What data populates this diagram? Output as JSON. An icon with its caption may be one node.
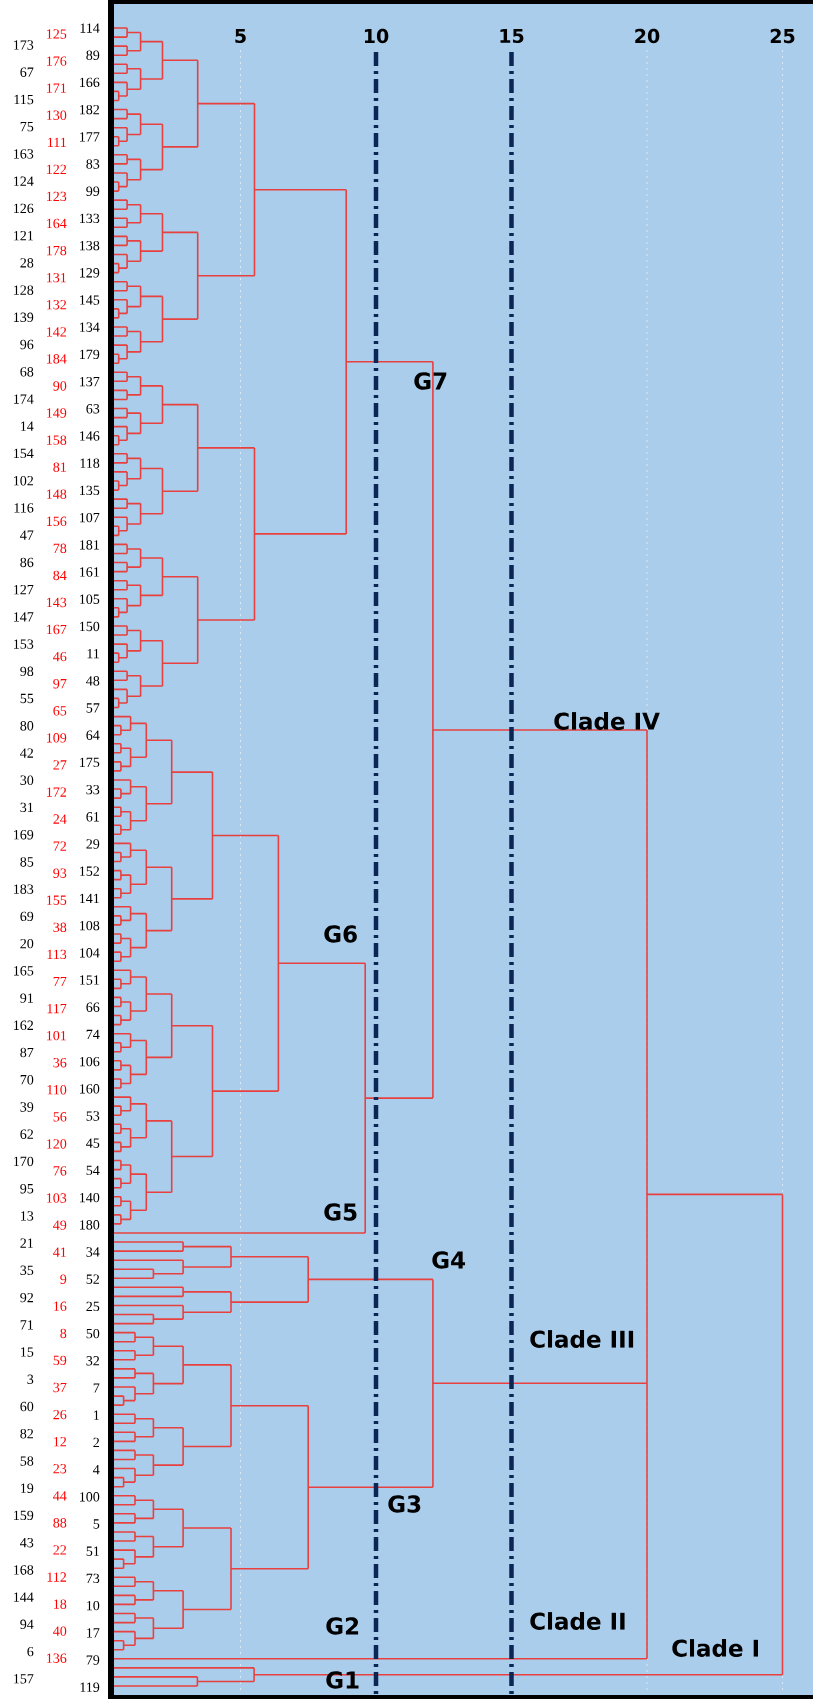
{
  "diagram": {
    "labels": [
      "5",
      "10",
      "15",
      "20",
      "25",
      "173",
      "67",
      "115",
      "75",
      "163",
      "124",
      "126",
      "121",
      "28",
      "128",
      "139",
      "96",
      "68",
      "174",
      "14",
      "154",
      "102",
      "116",
      "47",
      "86",
      "127",
      "147",
      "153",
      "98",
      "55",
      "80",
      "42",
      "30",
      "31",
      "169",
      "85",
      "183",
      "69",
      "20",
      "165",
      "91",
      "162",
      "87",
      "70",
      "39",
      "62",
      "170",
      "95",
      "13",
      "21",
      "35",
      "92",
      "71",
      "15",
      "3",
      "60",
      "82",
      "58",
      "19",
      "159",
      "43",
      "168",
      "144",
      "94",
      "6",
      "157",
      "125",
      "176",
      "171",
      "130",
      "111",
      "122",
      "123",
      "164",
      "178",
      "131",
      "132",
      "142",
      "184",
      "90",
      "149",
      "158",
      "81",
      "148",
      "156",
      "78",
      "84",
      "143",
      "167",
      "46",
      "97",
      "65",
      "109",
      "27",
      "172",
      "24",
      "72",
      "93",
      "155",
      "38",
      "113",
      "77",
      "117",
      "101",
      "36",
      "110",
      "56",
      "120",
      "76",
      "103",
      "49",
      "41",
      "9",
      "16",
      "8",
      "59",
      "37",
      "26",
      "12",
      "23",
      "44",
      "88",
      "22",
      "112",
      "18",
      "40",
      "136",
      "114",
      "89",
      "166",
      "182",
      "177",
      "83",
      "99",
      "133",
      "138",
      "129",
      "145",
      "134",
      "179",
      "137",
      "63",
      "146",
      "118",
      "135",
      "107",
      "181",
      "161",
      "105",
      "150",
      "11",
      "48",
      "57",
      "64",
      "175",
      "33",
      "61",
      "29",
      "152",
      "141",
      "108",
      "104",
      "151",
      "66",
      "74",
      "106",
      "160",
      "53",
      "45",
      "54",
      "140",
      "180",
      "34",
      "52",
      "25",
      "50",
      "32",
      "7",
      "1",
      "2",
      "4",
      "100",
      "5",
      "51",
      "73",
      "10",
      "17",
      "79",
      "119",
      "G7",
      "Clade IV",
      "G6",
      "G5",
      "G4",
      "Clade III",
      "G3",
      "G2",
      "Clade II",
      "Clade I",
      "G1"
    ]
  }
}
